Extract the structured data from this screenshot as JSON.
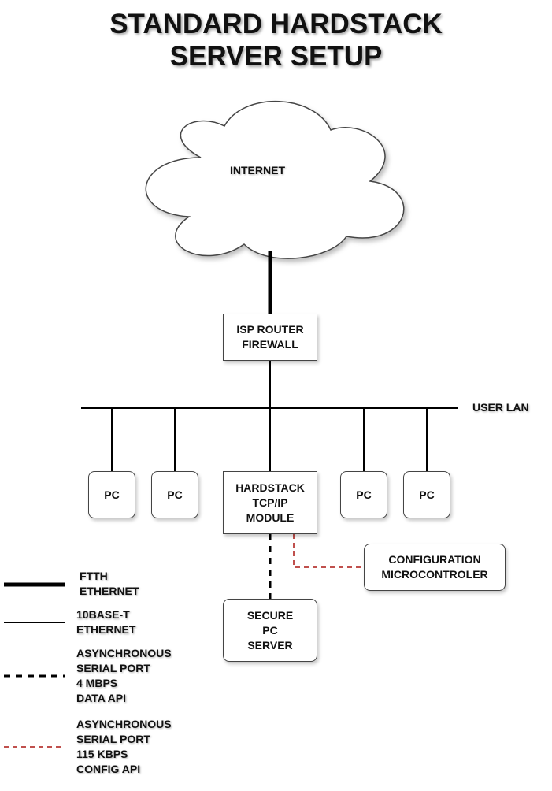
{
  "title": {
    "line1": "STANDARD HARDSTACK",
    "line2": "SERVER SETUP"
  },
  "nodes": {
    "internet": "INTERNET",
    "router": [
      "ISP ROUTER",
      "FIREWALL"
    ],
    "user_lan": "USER LAN",
    "pc": "PC",
    "hardstack": [
      "HARDSTACK",
      "TCP/IP",
      "MODULE"
    ],
    "config": [
      "CONFIGURATION",
      "MICROCONTROLER"
    ],
    "server": [
      "SECURE",
      "PC",
      "SERVER"
    ]
  },
  "legend": {
    "ftth": [
      "FTTH",
      "ETHERNET"
    ],
    "tenbase": [
      "10BASE-T",
      "ETHERNET"
    ],
    "data_serial": [
      "ASYNCHRONOUS",
      "SERIAL PORT",
      "4 MBPS",
      "DATA API"
    ],
    "config_serial": [
      "ASYNCHRONOUS",
      "SERIAL PORT",
      "115 KBPS",
      "CONFIG API"
    ]
  },
  "colors": {
    "line": "#000000",
    "config_dashed": "#c0504d",
    "box_border": "#444444"
  }
}
